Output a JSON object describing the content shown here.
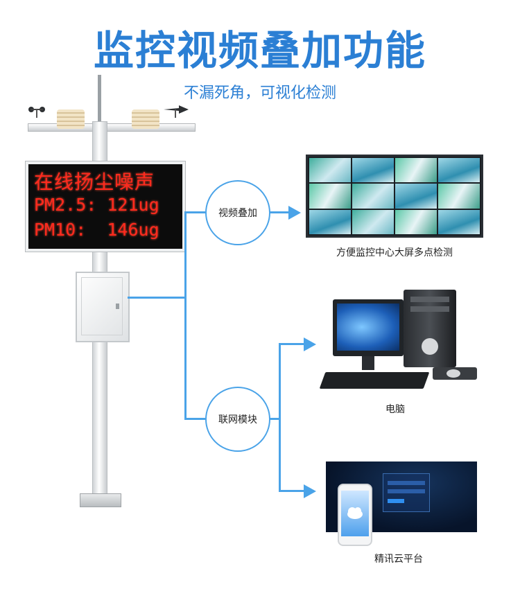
{
  "header": {
    "title": "监控视频叠加功能",
    "subtitle": "不漏死角，可视化检测"
  },
  "led_display": {
    "line1": "在线扬尘噪声",
    "line2": "PM2.5: 121ug",
    "line3": "PM10:  146ug"
  },
  "nodes": {
    "video_overlay": "视频叠加",
    "network_module": "联网模块"
  },
  "outputs": {
    "monitor_wall_caption": "方便监控中心大屏多点检测",
    "computer_caption": "电脑",
    "cloud_caption": "精讯云平台"
  },
  "colors": {
    "title_blue": "#2b7fd4",
    "connector_blue": "#4aa3e8",
    "led_red": "#ff2a1e"
  }
}
